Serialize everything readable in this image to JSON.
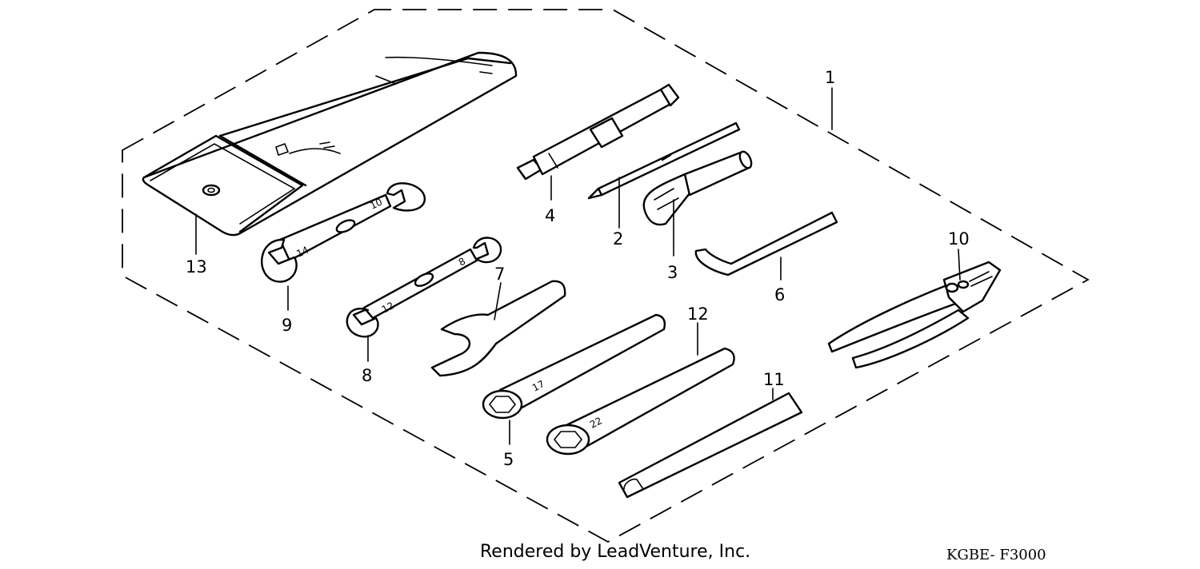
{
  "diagram": {
    "callouts": {
      "c1": "1",
      "c2": "2",
      "c3": "3",
      "c4": "4",
      "c5": "5",
      "c6": "6",
      "c7": "7",
      "c8": "8",
      "c9": "9",
      "c10": "10",
      "c11": "11",
      "c12": "12",
      "c13": "13"
    },
    "wrench_marks": {
      "w9_a": "14",
      "w9_b": "10",
      "w8_a": "12",
      "w8_b": "8",
      "w5": "17",
      "w12": "22"
    }
  },
  "footer": {
    "credit": "Rendered by LeadVenture, Inc.",
    "code": "KGBE- F3000"
  }
}
